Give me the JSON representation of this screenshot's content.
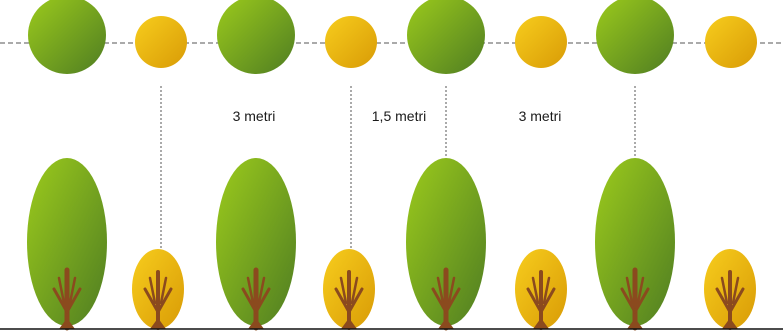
{
  "diagram": {
    "labels": {
      "spacing_large_left": "3 metri",
      "spacing_small": "1,5 metri",
      "spacing_large_right": "3 metri"
    },
    "colors": {
      "large_tree_light": "#9ccb1c",
      "large_tree_dark": "#4f7d22",
      "small_tree_light": "#f7cd1d",
      "small_tree_dark": "#d99b06",
      "trunk": "#8b4a1e",
      "guide_line": "#555555",
      "ground": "#111111"
    },
    "top_view": {
      "sequence": [
        "large",
        "small",
        "large",
        "small",
        "large",
        "small",
        "large",
        "small"
      ]
    },
    "side_view": {
      "sequence": [
        "large",
        "small",
        "large",
        "small",
        "large",
        "small",
        "large",
        "small"
      ]
    }
  }
}
